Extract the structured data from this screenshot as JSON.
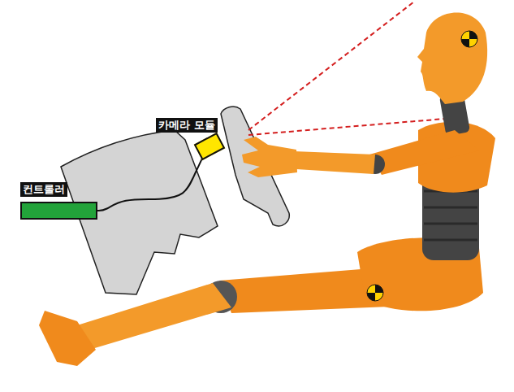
{
  "diagram": {
    "nodes": [
      {
        "text": [
          "카메라 모듈"
        ]
      },
      {
        "text": [
          "컨트롤러"
        ]
      }
    ],
    "edges": [
      {
        "from": 0,
        "to": 1,
        "arrow": "none"
      }
    ]
  }
}
